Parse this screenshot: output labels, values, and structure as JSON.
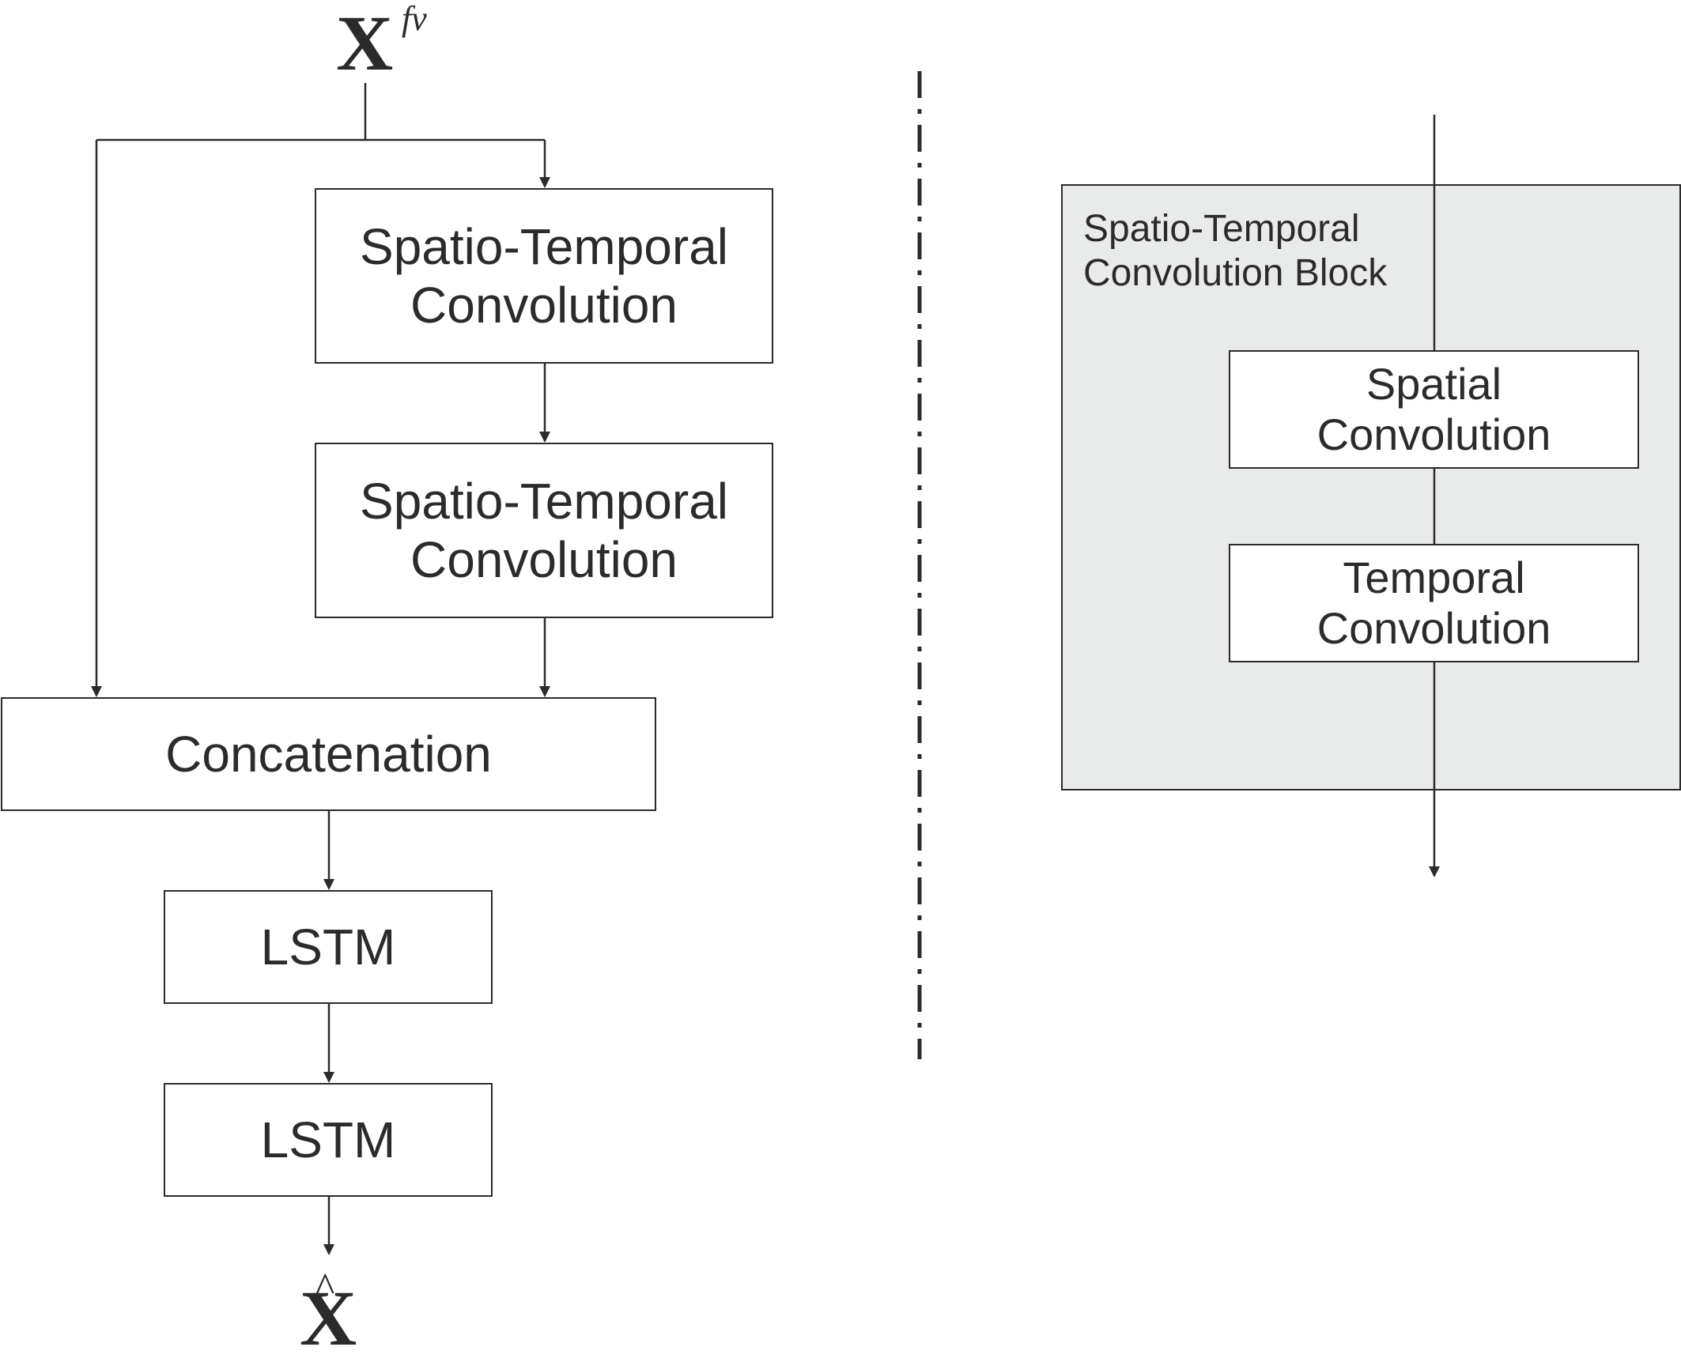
{
  "input_symbol": {
    "base": "X",
    "superscript": "fv"
  },
  "output_symbol": {
    "base": "X",
    "accent": "^"
  },
  "left": {
    "stconv1": {
      "line1": "Spatio-Temporal",
      "line2": "Convolution"
    },
    "stconv2": {
      "line1": "Spatio-Temporal",
      "line2": "Convolution"
    },
    "concat": "Concatenation",
    "lstm1": "LSTM",
    "lstm2": "LSTM"
  },
  "right": {
    "block_label": {
      "line1": "Spatio-Temporal",
      "line2": "Convolution Block"
    },
    "spatial": {
      "line1": "Spatial",
      "line2": "Convolution"
    },
    "temporal": {
      "line1": "Temporal",
      "line2": "Convolution"
    }
  },
  "colors": {
    "stroke": "#2b2b2b",
    "panel_fill": "#e9ebea",
    "background": "#ffffff"
  }
}
